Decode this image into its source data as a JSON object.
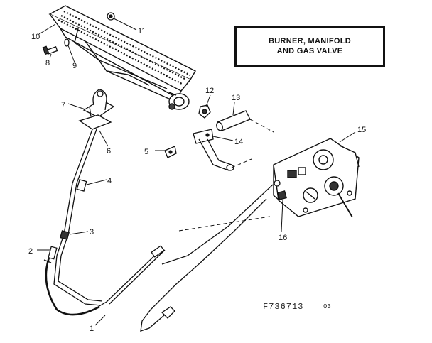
{
  "title": {
    "line1": "BURNER, MANIFOLD",
    "line2": "AND GAS VALVE"
  },
  "figure_code": "F736713",
  "figure_suffix": "03",
  "callouts": [
    {
      "id": "1",
      "label": "1"
    },
    {
      "id": "2",
      "label": "2"
    },
    {
      "id": "3",
      "label": "3"
    },
    {
      "id": "4",
      "label": "4"
    },
    {
      "id": "5",
      "label": "5"
    },
    {
      "id": "6",
      "label": "6"
    },
    {
      "id": "7",
      "label": "7"
    },
    {
      "id": "8",
      "label": "8"
    },
    {
      "id": "9",
      "label": "9"
    },
    {
      "id": "10",
      "label": "10"
    },
    {
      "id": "11",
      "label": "11"
    },
    {
      "id": "12",
      "label": "12"
    },
    {
      "id": "13",
      "label": "13"
    },
    {
      "id": "14",
      "label": "14"
    },
    {
      "id": "15",
      "label": "15"
    },
    {
      "id": "16",
      "label": "16"
    }
  ]
}
